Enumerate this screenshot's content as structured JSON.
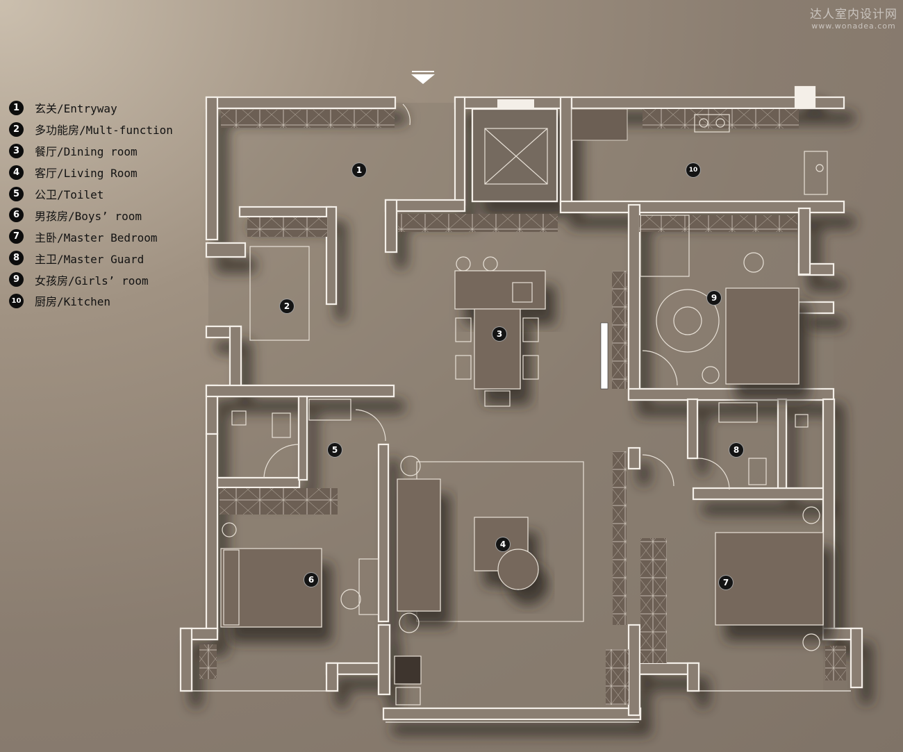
{
  "watermark": {
    "title": "达人室内设计网",
    "url": "www.wonadea.com"
  },
  "legend": [
    {
      "num": "1",
      "label": "玄关/Entryway"
    },
    {
      "num": "2",
      "label": "多功能房/Mult-function"
    },
    {
      "num": "3",
      "label": "餐厅/Dining room"
    },
    {
      "num": "4",
      "label": "客厅/Living Room"
    },
    {
      "num": "5",
      "label": "公卫/Toilet"
    },
    {
      "num": "6",
      "label": "男孩房/Boys’ room"
    },
    {
      "num": "7",
      "label": "主卧/Master Bedroom"
    },
    {
      "num": "8",
      "label": "主卫/Master Guard"
    },
    {
      "num": "9",
      "label": "女孩房/Girls’ room"
    },
    {
      "num": "10",
      "label": "厨房/Kitchen"
    }
  ],
  "room_labels": [
    "1",
    "2",
    "3",
    "4",
    "5",
    "6",
    "7",
    "8",
    "9",
    "10"
  ],
  "colors": {
    "wall": "#f4efe8",
    "floor": "#8a7e72",
    "furniture": "#77695c",
    "shadow": "#3a302a"
  }
}
